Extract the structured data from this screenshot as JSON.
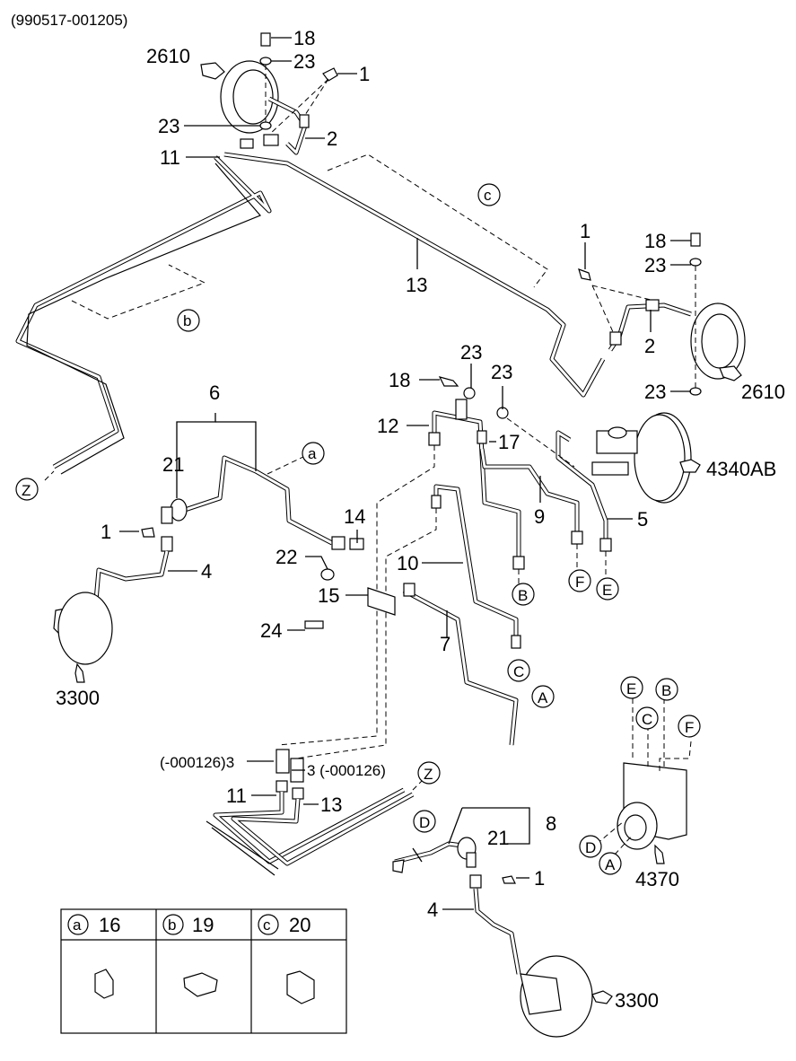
{
  "header": {
    "code": "(990517-001205)"
  },
  "callouts": {
    "p18a": "18",
    "p23a": "23",
    "p1a": "1",
    "p2610a": "2610",
    "p23b": "23",
    "p2a": "2",
    "p11a": "11",
    "p13a": "13",
    "p1b": "1",
    "p18b": "18",
    "p23c": "23",
    "p2b": "2",
    "p23d": "23",
    "p2610b": "2610",
    "p18c": "18",
    "p23e": "23",
    "p23f": "23",
    "p12": "12",
    "p17": "17",
    "p4340": "4340AB",
    "p9": "9",
    "p5": "5",
    "p6": "6",
    "p21a": "21",
    "p1c": "1",
    "p4a": "4",
    "p14": "14",
    "p22": "22",
    "p10": "10",
    "p15": "15",
    "p24": "24",
    "p7": "7",
    "p3300a": "3300",
    "p3a": "(-000126)3",
    "p3b": "3 (-000126)",
    "p11b": "11",
    "p13b": "13",
    "p8": "8",
    "p21b": "21",
    "p1d": "1",
    "p4b": "4",
    "p4370": "4370",
    "p3300b": "3300"
  },
  "markers": {
    "a": "a",
    "b": "b",
    "c": "c",
    "Z1": "Z",
    "Z2": "Z",
    "A1": "A",
    "B1": "B",
    "C1": "C",
    "E1": "E",
    "F1": "F",
    "D1": "D",
    "E2": "E",
    "B2": "B",
    "C2": "C",
    "F2": "F",
    "D2": "D",
    "A2": "A"
  },
  "legend": [
    {
      "marker": "a",
      "part": "16"
    },
    {
      "marker": "b",
      "part": "19"
    },
    {
      "marker": "c",
      "part": "20"
    }
  ]
}
